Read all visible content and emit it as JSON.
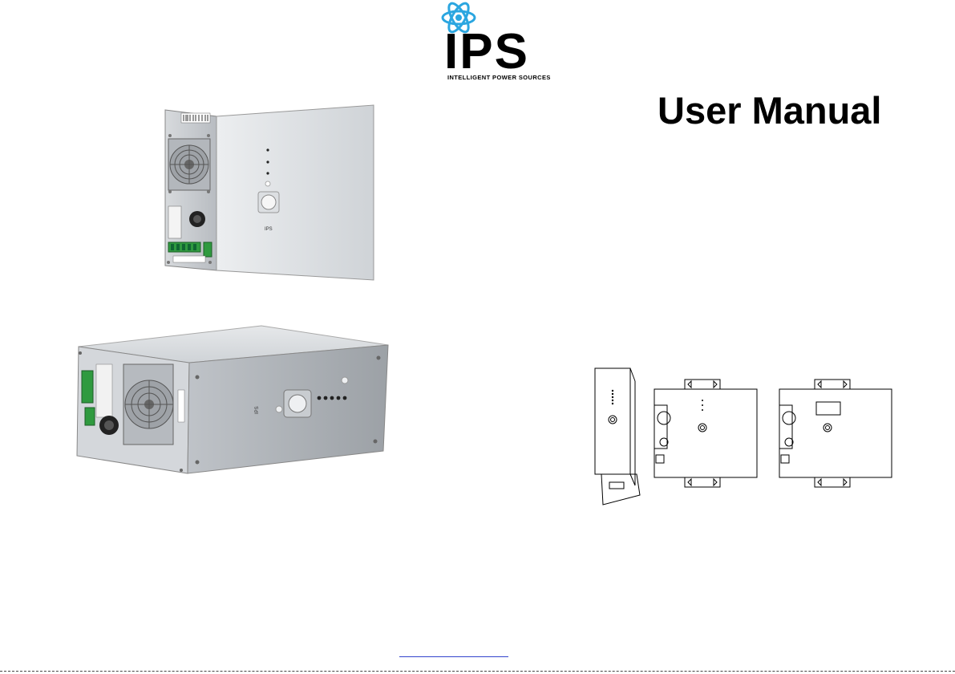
{
  "brand": {
    "name": "IPS",
    "tagline": "INTELLIGENT POWER SOURCES"
  },
  "document": {
    "title": "User Manual"
  },
  "figures": {
    "photo_tall_label": "IPS",
    "photo_flat_label": "IPS",
    "icons": [
      "atom-icon",
      "fan-icon",
      "power-button-icon"
    ]
  },
  "colors": {
    "logo_ring": "#2ba6e0",
    "enclosure_silver": "#c9cdd2",
    "terminal_green": "#2f9a3f",
    "link_blue": "#3344cc"
  }
}
